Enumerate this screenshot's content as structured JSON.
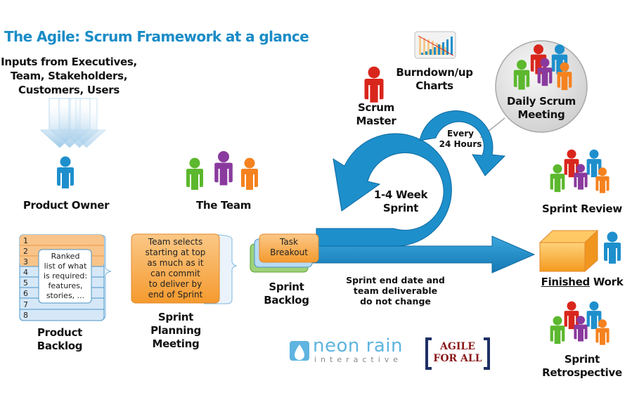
{
  "title": "The Agile: Scrum Framework at a glance",
  "inputs": {
    "lines": [
      "Inputs from Executives,",
      "Team, Stakeholders,",
      "Customers, Users"
    ]
  },
  "roles": {
    "product_owner": "Product Owner",
    "the_team": "The Team",
    "scrum_master": [
      "Scrum",
      "Master"
    ]
  },
  "artifacts": {
    "burndown": [
      "Burndown/up",
      "Charts"
    ],
    "daily_scrum": [
      "Daily Scrum",
      "Meeting"
    ]
  },
  "product_backlog": {
    "rows": [
      "1",
      "2",
      "3",
      "4",
      "5",
      "6",
      "7",
      "8"
    ],
    "note": [
      "Ranked",
      "list of what",
      "is required:",
      "features,",
      "stories, ..."
    ],
    "label": [
      "Product",
      "Backlog"
    ]
  },
  "sprint_planning": {
    "note": [
      "Team selects",
      "starting at top",
      "as much as it",
      "can commit",
      "to deliver by",
      "end of Sprint"
    ],
    "label": [
      "Sprint",
      "Planning",
      "Meeting"
    ]
  },
  "sprint_backlog": {
    "task": [
      "Task",
      "Breakout"
    ],
    "label": [
      "Sprint",
      "Backlog"
    ]
  },
  "cycles": {
    "daily": [
      "Every",
      "24 Hours"
    ],
    "sprint": [
      "1-4 Week",
      "Sprint"
    ]
  },
  "sprint_note": [
    "Sprint end date and",
    "team deliverable",
    "do not change"
  ],
  "outcomes": {
    "review": "Sprint Review",
    "finished_underlined": "Finished",
    "finished_rest": " Work",
    "retro": [
      "Sprint",
      "Retrospective"
    ]
  },
  "logos": {
    "neon_main": "neon rain",
    "neon_sub": "interactive",
    "agile_line1": "AGILE",
    "agile_line2": "FOR ALL"
  },
  "colors": {
    "title_blue": "#1a8cc7",
    "arrow_blue": "#1d8fcb",
    "orange": "#f7a541",
    "red": "#d9261c",
    "green": "#5cb82e",
    "purple": "#8a3a9e",
    "agile_red": "#8b1a1a",
    "agile_navy": "#1e2f66"
  }
}
